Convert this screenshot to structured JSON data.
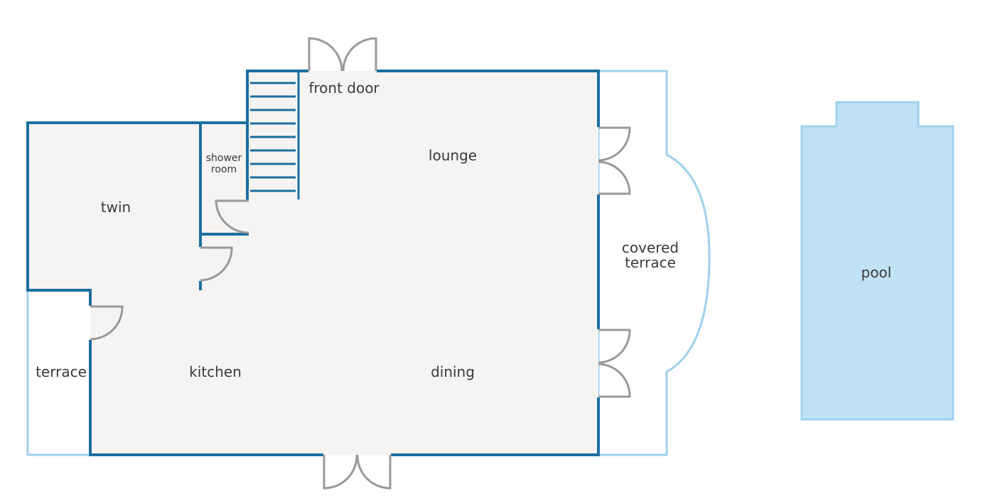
{
  "rooms": {
    "front_door": "front door",
    "lounge": "lounge",
    "shower_room_line1": "shower",
    "shower_room_line2": "room",
    "twin": "twin",
    "covered_terrace_line1": "covered",
    "covered_terrace_line2": "terrace",
    "pool": "pool",
    "terrace": "terrace",
    "kitchen": "kitchen",
    "dining": "dining"
  },
  "colors": {
    "wall": "#1b6ea0",
    "outdoor_outline": "#9fd1ee",
    "floor": "#f5f4f3",
    "pool_fill": "#c0e2f6",
    "door": "#999999",
    "label": "#3a3a3a"
  }
}
